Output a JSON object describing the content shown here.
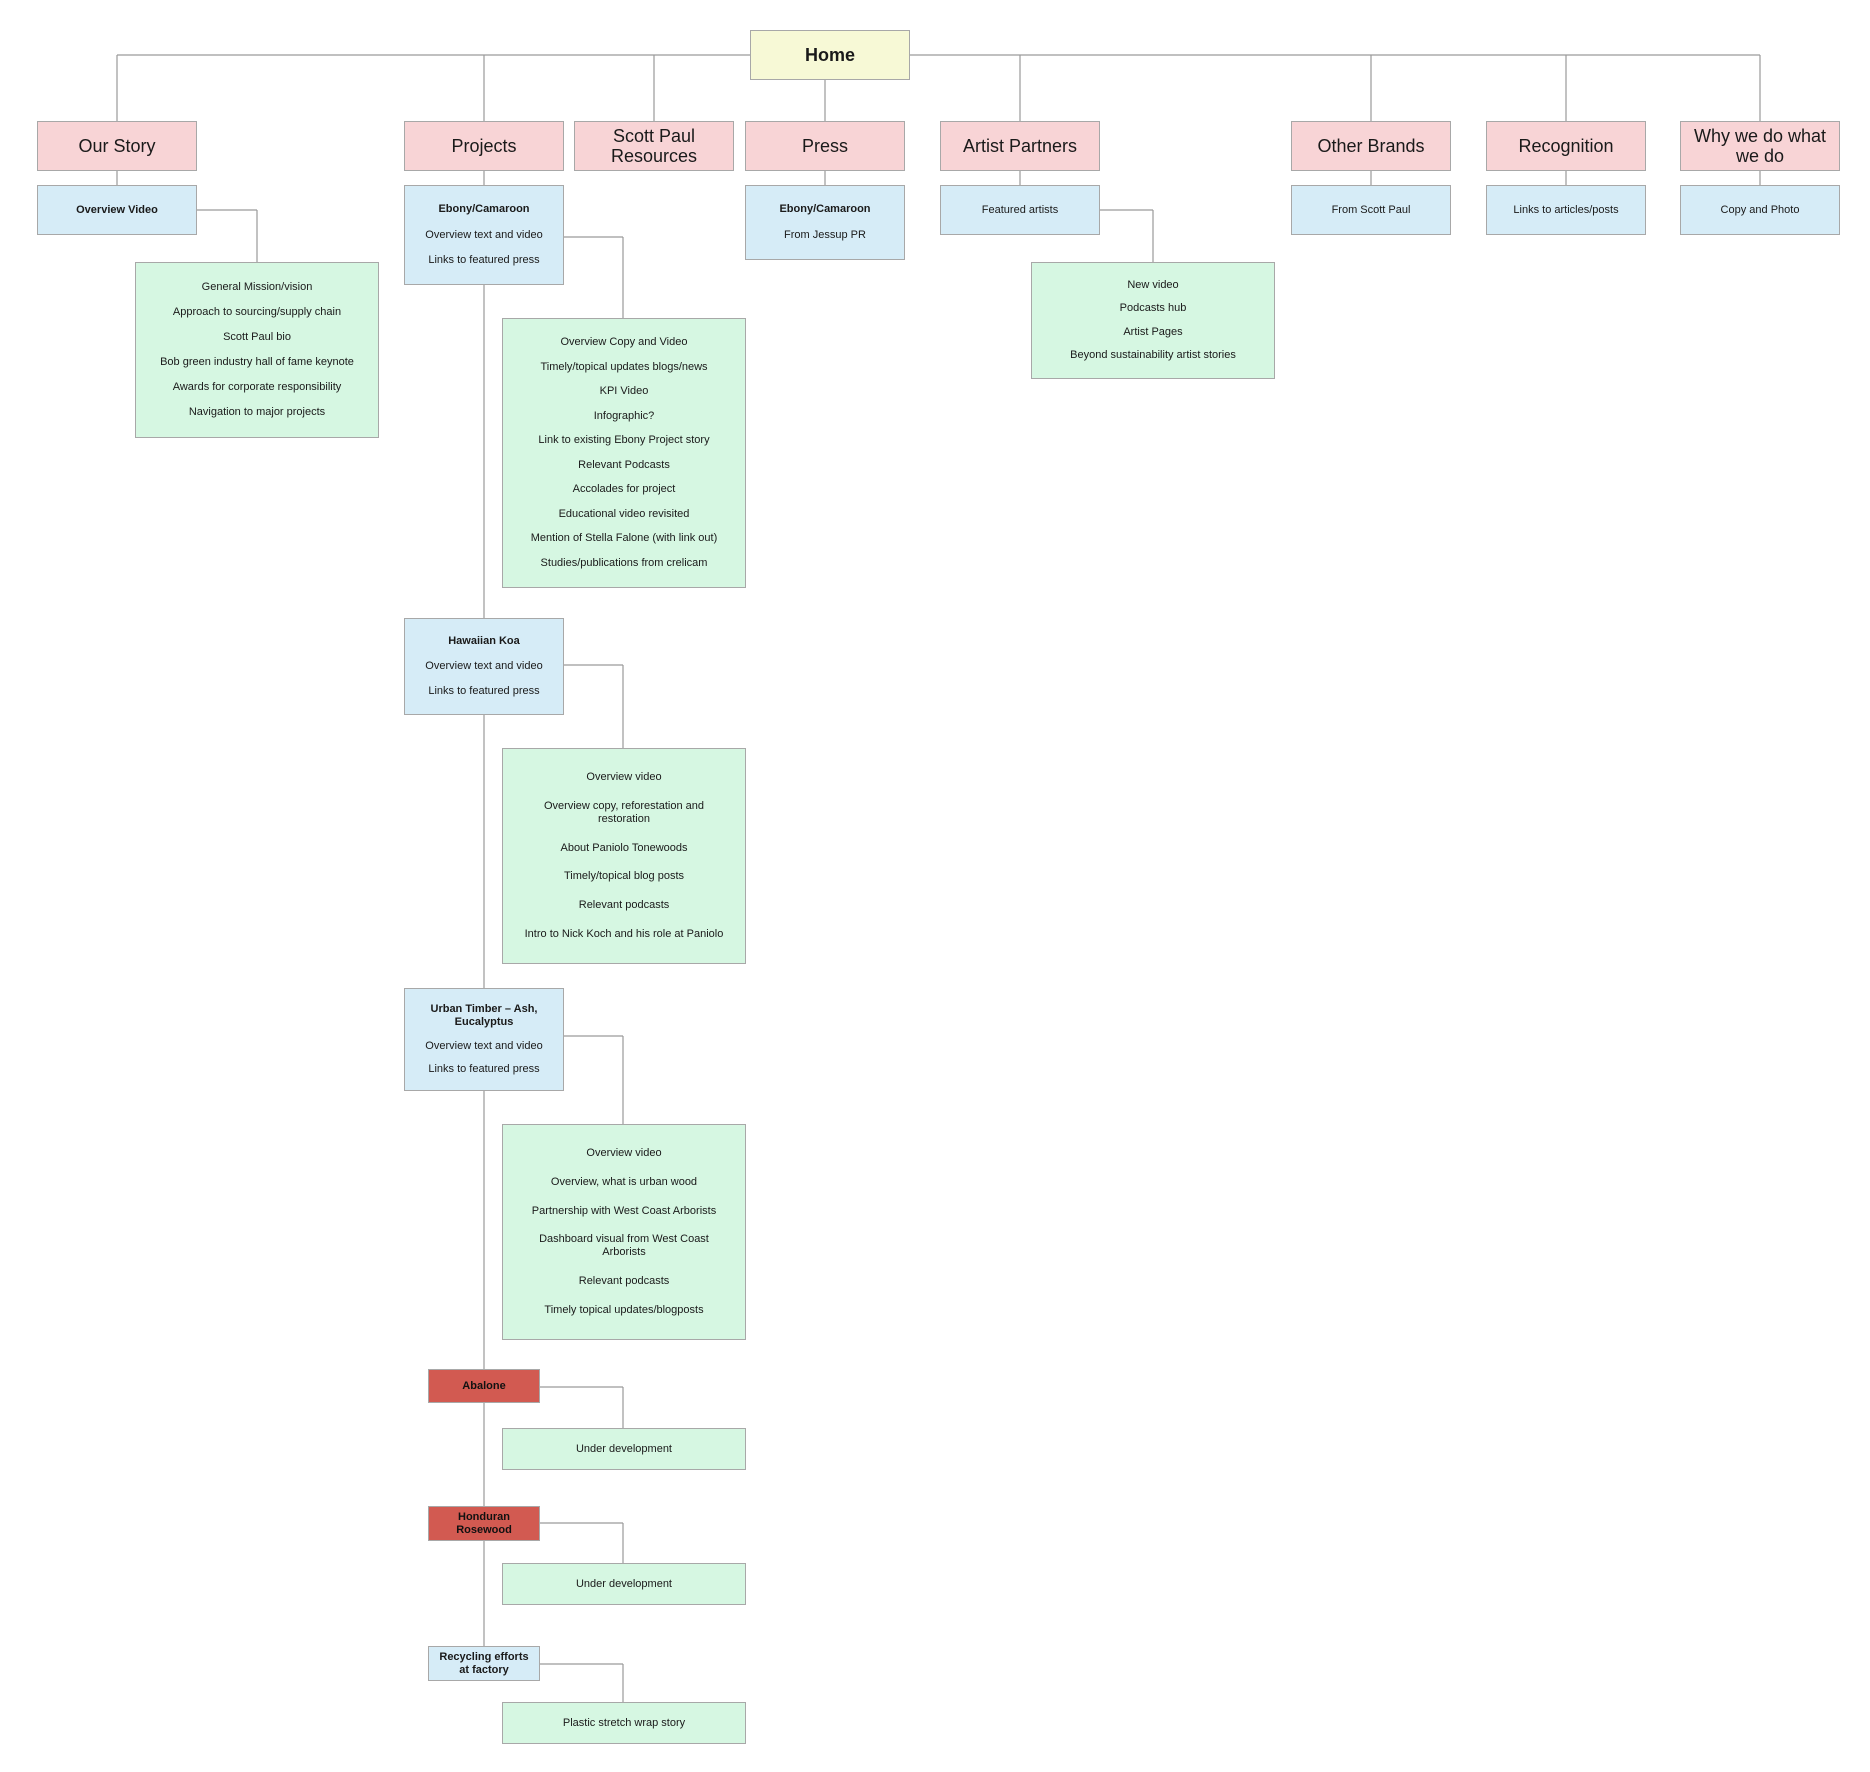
{
  "home": {
    "label": "Home"
  },
  "sections": {
    "our_story": "Our Story",
    "projects": "Projects",
    "resources": "Scott Paul Resources",
    "press": "Press",
    "artist_partners": "Artist Partners",
    "other_brands": "Other Brands",
    "recognition": "Recognition",
    "why": "Why we do what we do"
  },
  "our_story": {
    "sub": {
      "title": "Overview Video"
    },
    "detail": [
      "General Mission/vision",
      "Approach to sourcing/supply chain",
      "Scott Paul bio",
      "Bob green industry hall of fame keynote",
      "Awards for corporate responsibility",
      "Navigation to major projects"
    ]
  },
  "projects": {
    "ebony": {
      "title": "Ebony/Camaroon",
      "items": [
        "Overview text and video",
        "Links to featured press"
      ],
      "detail": [
        "Overview Copy and Video",
        "Timely/topical updates blogs/news",
        "KPI Video",
        "Infographic?",
        "Link to existing Ebony Project story",
        "Relevant Podcasts",
        "Accolades for project",
        "Educational video revisited",
        "Mention of Stella Falone (with link out)",
        "Studies/publications from crelicam"
      ]
    },
    "koa": {
      "title": "Hawaiian Koa",
      "items": [
        "Overview text and video",
        "Links to featured press"
      ],
      "detail": [
        "Overview video",
        "Overview copy, reforestation and restoration",
        "About Paniolo Tonewoods",
        "Timely/topical blog posts",
        "Relevant podcasts",
        "Intro to Nick Koch and his role at Paniolo"
      ]
    },
    "urban": {
      "title": "Urban Timber – Ash, Eucalyptus",
      "items": [
        "Overview text and video",
        "Links to featured press"
      ],
      "detail": [
        "Overview video",
        "Overview, what is urban wood",
        "Partnership with West Coast Arborists",
        "Dashboard visual from West Coast Arborists",
        "Relevant podcasts",
        "Timely topical updates/blogposts"
      ]
    },
    "abalone": {
      "title": "Abalone",
      "detail": "Under development"
    },
    "rosewood": {
      "title": "Honduran Rosewood",
      "detail": "Under development"
    },
    "recycling": {
      "title": "Recycling efforts at factory",
      "detail": "Plastic stretch wrap story"
    }
  },
  "press": {
    "title": "Ebony/Camaroon",
    "item": "From Jessup PR"
  },
  "artist_partners": {
    "sub": "Featured artists",
    "detail": [
      "New video",
      "Podcasts hub",
      "Artist Pages",
      "Beyond sustainability artist stories"
    ]
  },
  "other_brands": {
    "sub": "From Scott Paul"
  },
  "recognition": {
    "sub": "Links to articles/posts"
  },
  "why": {
    "sub": "Copy and Photo"
  },
  "colors": {
    "home": "#f7f9d6",
    "section": "#f8d4d6",
    "subpage": "#d6ecf7",
    "detail": "#d6f7e2",
    "in_development": "#d25a51",
    "connector": "#9a9a9a"
  }
}
